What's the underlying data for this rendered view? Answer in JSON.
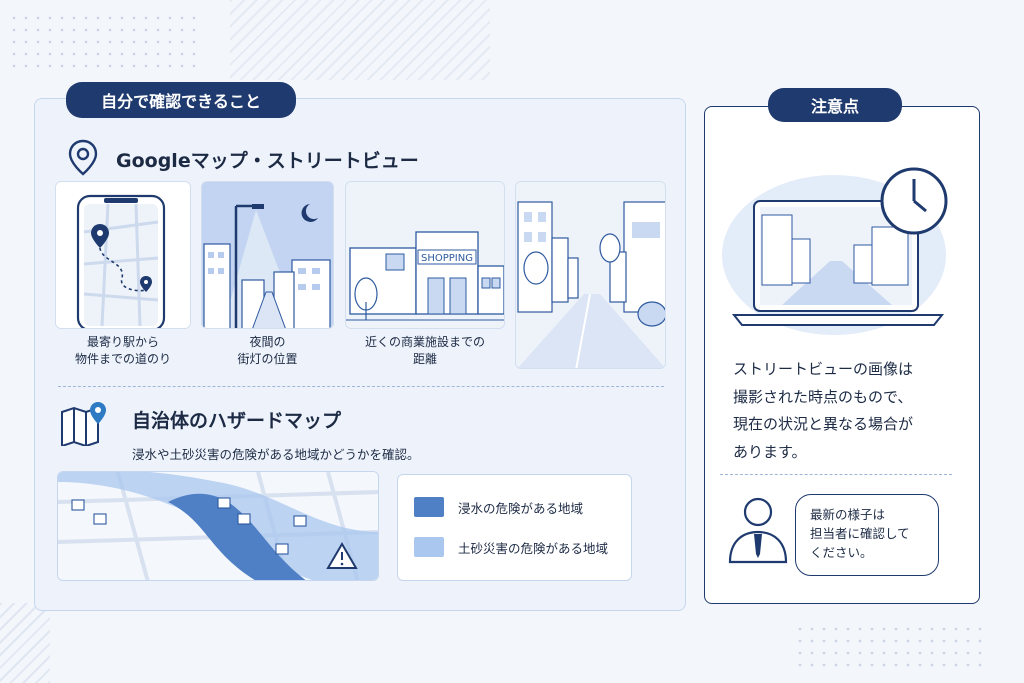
{
  "left_panel": {
    "pill": "自分で確認できること",
    "google_title": "Googleマップ・ストリートビュー",
    "captions": [
      [
        "最寄り駅から",
        "物件までの道のり"
      ],
      [
        "夜間の",
        "街灯の位置"
      ],
      [
        "近くの商業施設までの",
        "距離"
      ]
    ],
    "shop_sign": "SHOPPING",
    "hazard_title": "自治体のハザードマップ",
    "hazard_sub": "浸水や土砂災害の危険がある地域かどうかを確認。",
    "legend": [
      {
        "label": "浸水の危険がある地域",
        "color": "#4f7fc4"
      },
      {
        "label": "土砂災害の危険がある地域",
        "color": "#a9c7ef"
      }
    ]
  },
  "right_panel": {
    "pill": "注意点",
    "notice_lines": [
      "ストリートビューの画像は",
      "撮影された時点のもので、",
      "現在の状況と異なる場合が",
      "あります。"
    ],
    "bubble_lines": [
      "最新の様子は",
      "担当者に確認して",
      "ください。"
    ]
  },
  "icons": [
    "location-pin-icon",
    "map-pin-icon",
    "clock-icon",
    "laptop-icon",
    "person-icon",
    "warning-icon"
  ],
  "colors": {
    "navy": "#1f3a6e",
    "accent": "#4f7fc4",
    "light_blue": "#a9c7ef"
  }
}
